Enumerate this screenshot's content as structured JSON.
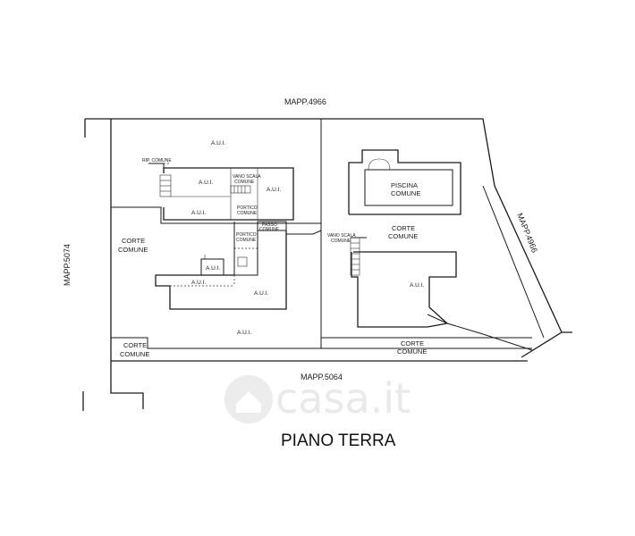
{
  "drawing_title": "PIANO TERRA",
  "watermark": "casa.it",
  "parcels": {
    "north": "MAPP.4966",
    "east": "MAPP.4966",
    "west": "MAPP.5074",
    "south": "MAPP.5064"
  },
  "labels": {
    "aui": "A.U.I.",
    "rip_comune": "RIP. COMUNE",
    "vano_scala": "VANO SCALA",
    "comune": "COMUNE",
    "portico": "PORTICO",
    "passo": "PASSO",
    "corte": "CORTE",
    "piscina": "PISCINA"
  },
  "colors": {
    "lines": "#1a1a1a",
    "watermark": "#e9e9e9"
  }
}
